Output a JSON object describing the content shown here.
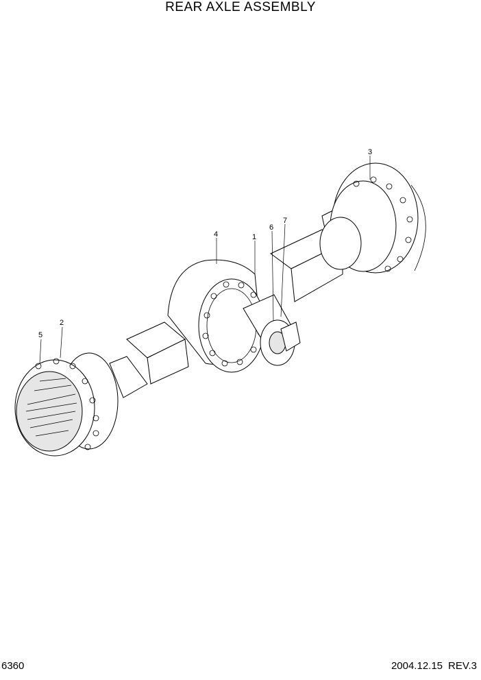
{
  "header": {
    "title": "REAR AXLE ASSEMBLY"
  },
  "footer": {
    "page_code": "6360",
    "date": "2004.12.15",
    "revision": "REV.3"
  },
  "callouts": [
    {
      "number": "1",
      "part": "callout-1"
    },
    {
      "number": "2",
      "part": "callout-2"
    },
    {
      "number": "3",
      "part": "callout-3"
    },
    {
      "number": "4",
      "part": "callout-4"
    },
    {
      "number": "5",
      "part": "callout-5"
    },
    {
      "number": "6",
      "part": "callout-6"
    },
    {
      "number": "7",
      "part": "callout-7"
    }
  ]
}
